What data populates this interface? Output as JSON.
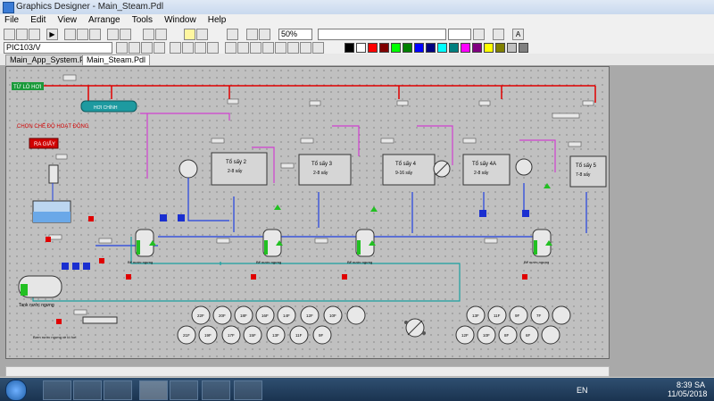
{
  "window": {
    "title": "Graphics Designer - Main_Steam.Pdl"
  },
  "menu": [
    "File",
    "Edit",
    "View",
    "Arrange",
    "Tools",
    "Window",
    "Help"
  ],
  "toolbar": {
    "zoom_value": "50%",
    "object_name": "PIC103/V"
  },
  "palette_colors": [
    "#000000",
    "#ffffff",
    "#ff0000",
    "#800000",
    "#00ff00",
    "#008000",
    "#0000ff",
    "#000080",
    "#00ffff",
    "#008080",
    "#ff00ff",
    "#800080",
    "#ffff00",
    "#808000",
    "#c0c0c0",
    "#808080"
  ],
  "tabs": [
    {
      "label": "Main_App_System.Pdl",
      "active": false
    },
    {
      "label": "Main_Steam.Pdl",
      "active": true
    }
  ],
  "diagram": {
    "supply_label": "TỪ LÒ HƠI",
    "header_label": "HƠI CHÍNH",
    "mode_title": "CHỌN CHẾ ĐỘ HOẠT ĐỘNG",
    "mode_button": "RA GIẤY",
    "tank_label": "Tank nước ngưng",
    "pump_label": "Bơm nước ngưng về lò hơi",
    "dryers": [
      {
        "label": "Tổ sấy 2",
        "sub": "2-8 sấy"
      },
      {
        "label": "Tổ sấy 3",
        "sub": "2-8 sấy"
      },
      {
        "label": "Tổ sấy 4",
        "sub": "9-16 sấy"
      },
      {
        "label": "Tổ sấy 4A",
        "sub": "2-8 sấy"
      },
      {
        "label": "Tổ sấy 5",
        "sub": "7-8 sấy"
      }
    ],
    "separators": [
      "Bể nước ngưng",
      "Bể nước ngưng",
      "Bể nước ngưng",
      "Bể nước ngưng"
    ],
    "cylinders_left": [
      "22F",
      "21F",
      "20F",
      "19F",
      "18F",
      "17F",
      "16F",
      "15F",
      "14F",
      "13F",
      "12F",
      "11F",
      "10F",
      "9F"
    ],
    "cylinders_right": [
      "13F",
      "12F",
      "11F",
      "10F",
      "9F",
      "8F",
      "7F",
      "6F"
    ],
    "row1_left": [
      "22F",
      "20F",
      "18F",
      "16F",
      "14F",
      "12F",
      "10F"
    ],
    "row2_left": [
      "21F",
      "19F",
      "17F",
      "15F",
      "13F",
      "11F",
      "9F"
    ]
  },
  "taskbar": {
    "lang": "EN",
    "time": "8:39 SA",
    "date": "11/05/2018"
  }
}
